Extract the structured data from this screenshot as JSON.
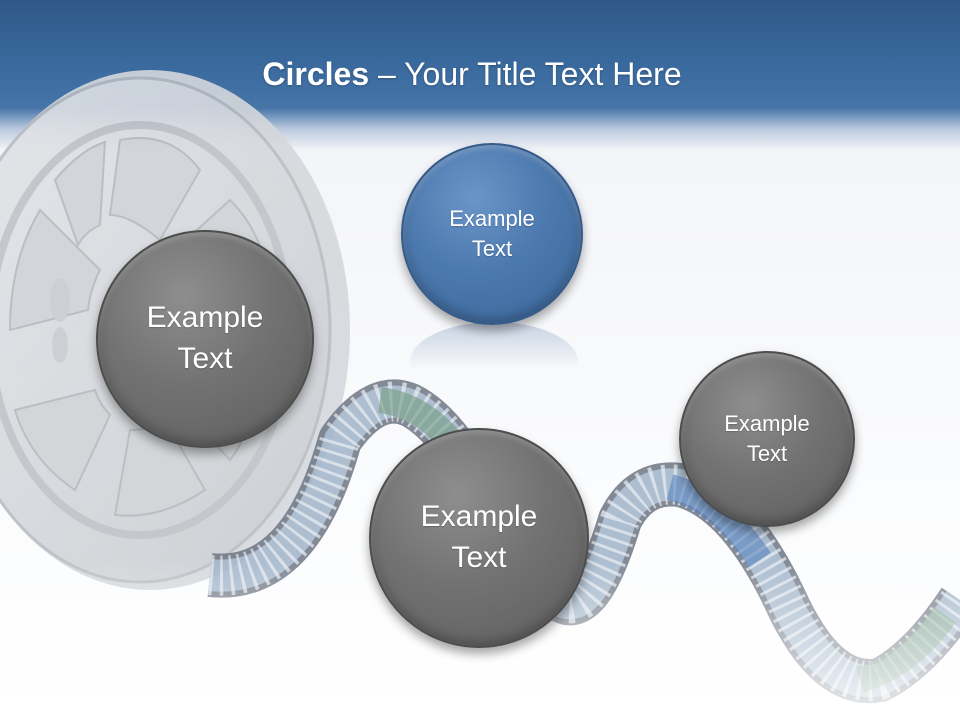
{
  "slide": {
    "title_bold": "Circles",
    "title_rest": " – Your Title Text Here"
  },
  "circles": [
    {
      "label": "Example Text",
      "color": "#6f6f6f"
    },
    {
      "label": "Example Text",
      "color": "#4a78ad"
    },
    {
      "label": "Example Text",
      "color": "#6f6f6f"
    },
    {
      "label": "Example Text",
      "color": "#6f6f6f"
    }
  ],
  "colors": {
    "header": "#3a6a9e",
    "circle_gray": "#6f6f6f",
    "circle_blue": "#4a78ad",
    "text": "#ffffff"
  }
}
